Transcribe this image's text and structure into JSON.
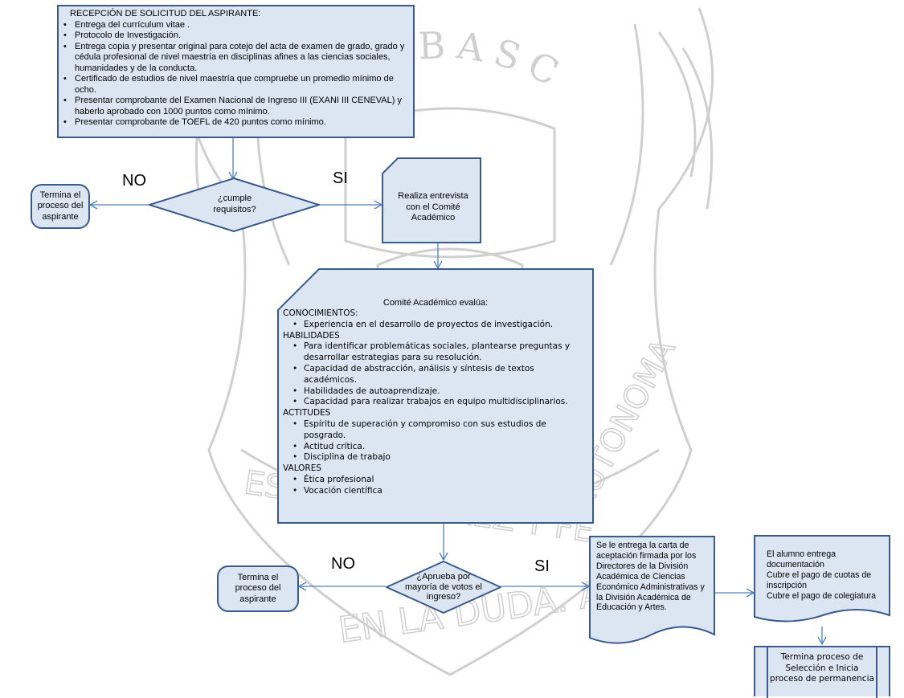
{
  "watermark": {
    "arc_text": "TABASCO",
    "motto_top": "ESTUDIO JUAREZ Y FE",
    "motto_bottom": "EN LA DUDA. ACCION",
    "side_text": "AUTONOMA"
  },
  "reception": {
    "title": "RECEPCIÓN DE SOLICITUD DEL ASPIRANTE:",
    "items": [
      "Entrega del currículum vitae .",
      "Protocolo de Investigación.",
      "Entrega copia y presentar original para cotejo del acta de examen de grado, grado y cédula profesional de nivel maestría en disciplinas afines a las ciencias sociales, humanidades y de la conducta.",
      "Certificado de estudios de nivel maestría que compruebe un promedio mínimo de ocho.",
      "Presentar comprobante del Examen Nacional de Ingreso III (EXANI III CENEVAL) y haberlo aprobado con 1000 puntos como mínimo.",
      "Presentar comprobante de TOEFL de 420 puntos como mínimo."
    ]
  },
  "decision1": {
    "text": "¿cumple requisitos?",
    "no_label": "NO",
    "yes_label": "SI"
  },
  "end1": {
    "text": "Termina el proceso del aspirante"
  },
  "interview": {
    "text": "Realiza entrevista con el Comité Académico"
  },
  "committee": {
    "title": "Comité Académico evalúa:",
    "sections": [
      {
        "heading": "CONOCIMIENTOS:",
        "items": [
          "Experiencia en el desarrollo de proyectos de investigación."
        ]
      },
      {
        "heading": "HABILIDADES",
        "items": [
          "Para identificar problemáticas sociales, plantearse preguntas y desarrollar estrategias para su resolución.",
          "Capacidad de abstracción, análisis y síntesis de textos académicos.",
          "Habilidades de autoaprendizaje.",
          "Capacidad para realizar trabajos en equipo multidisciplinarios."
        ]
      },
      {
        "heading": "ACTITUDES",
        "items": [
          "Espíritu de superación y compromiso con sus estudios de posgrado.",
          "Actitud crítica.",
          "Disciplina de trabajo"
        ]
      },
      {
        "heading": "VALORES",
        "items": [
          "Ética profesional",
          "Vocación científica"
        ]
      }
    ]
  },
  "decision2": {
    "text": "¿Aprueba por mayoría de votos el ingreso?",
    "no_label": "NO",
    "yes_label": "SI"
  },
  "end2": {
    "text": "Termina el proceso del aspirante"
  },
  "letter": {
    "text": "Se le entrega la carta de aceptación firmada por los Directores de la División Académica de Ciencias Económico Administrativas y la División Académica de Educación y Artes."
  },
  "student": {
    "lines": [
      "El alumno entrega documentación",
      "Cubre el pago de cuotas de inscripción",
      "Cubre el pago de colegiatura"
    ]
  },
  "final": {
    "text": "Termina proceso de Selección e Inicia proceso de permanencia"
  },
  "colors": {
    "fill": "#dce6f2",
    "border": "#3a5a8c",
    "arrow": "#4f81bd",
    "watermark": "#c8c8c8"
  }
}
